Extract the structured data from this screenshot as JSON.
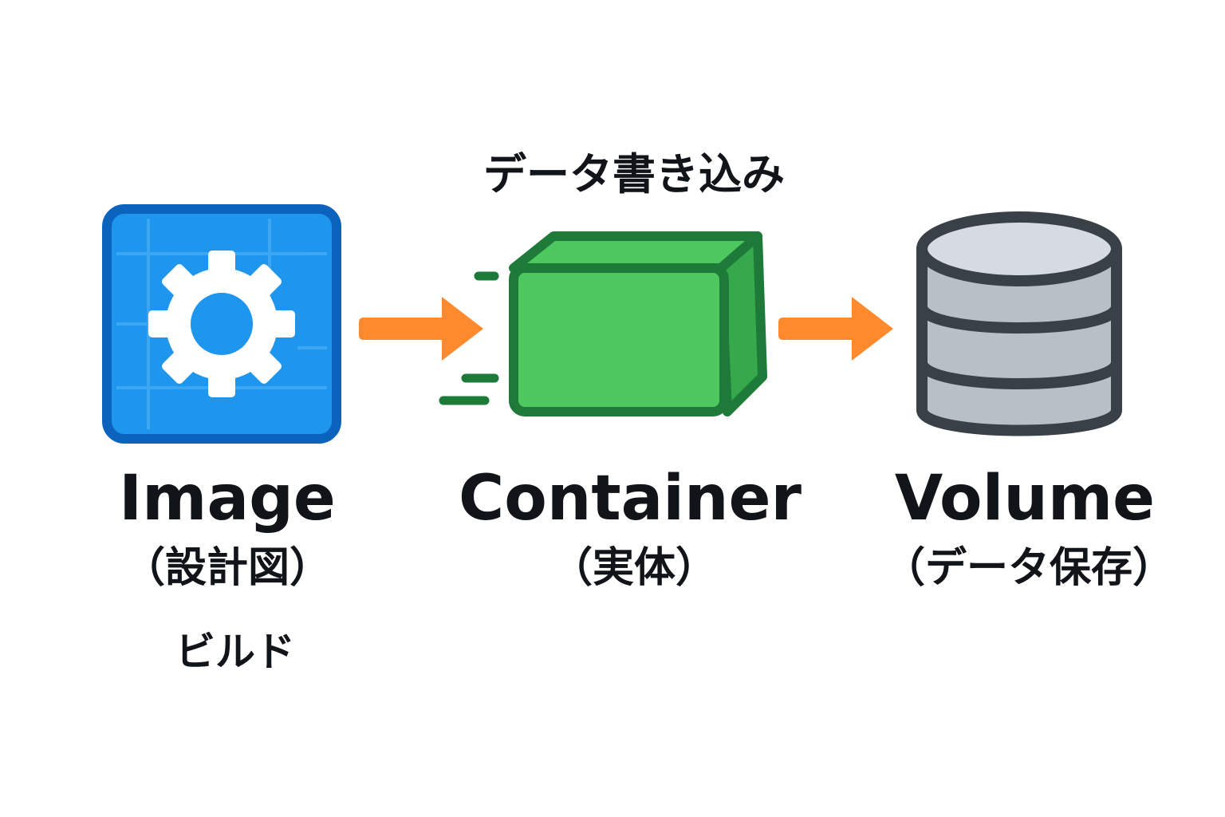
{
  "diagram": {
    "top_note": "データ書き込み",
    "nodes": [
      {
        "key": "image",
        "title": "Image",
        "subtitle": "（設計図）",
        "note": "ビルド",
        "icon": "gear-blueprint-icon"
      },
      {
        "key": "container",
        "title": "Container",
        "subtitle": "（実体）",
        "icon": "box-container-icon"
      },
      {
        "key": "volume",
        "title": "Volume",
        "subtitle": "（データ保存）",
        "icon": "database-cylinder-icon"
      }
    ],
    "arrows": [
      "image-to-container",
      "container-to-volume"
    ]
  },
  "colors": {
    "image_blue": "#1E96EE",
    "image_border": "#0B63BD",
    "container_green": "#4CC85E",
    "container_side": "#35A94B",
    "container_border": "#1E7A39",
    "arrow_orange": "#FF8A2E",
    "volume_gray": "#B7BFC7",
    "volume_top": "#D6DBE1",
    "volume_border": "#3A4047",
    "text": "#111418"
  }
}
